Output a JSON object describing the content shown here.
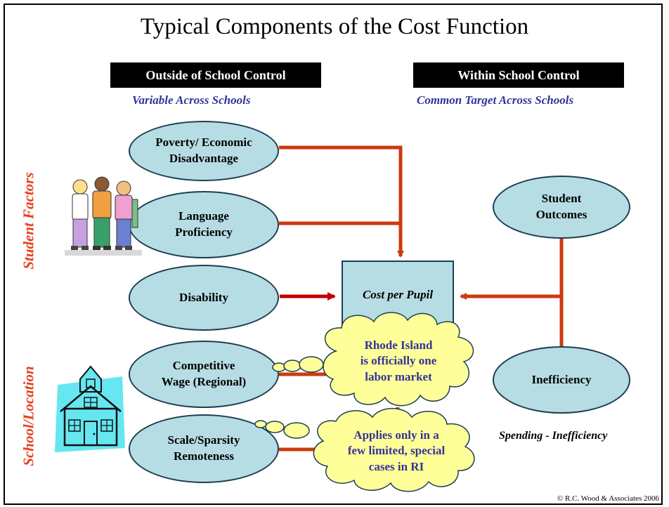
{
  "title": "Typical Components of the Cost Function",
  "headers": {
    "outside": "Outside of School Control",
    "within": "Within School Control"
  },
  "subheaders": {
    "outside": "Variable Across Schools",
    "within": "Common Target Across Schools"
  },
  "side_labels": {
    "student": "Student Factors",
    "school": "School/Location"
  },
  "nodes": {
    "poverty": [
      "Poverty/ Economic",
      "Disadvantage"
    ],
    "language": [
      "Language",
      "Proficiency"
    ],
    "disability": [
      "Disability"
    ],
    "wage": [
      "Competitive",
      "Wage (Regional)"
    ],
    "scale": [
      "Scale/Sparsity",
      "Remoteness"
    ],
    "outcomes": [
      "Student",
      "Outcomes"
    ],
    "inefficiency": [
      "Inefficiency"
    ],
    "cost": "Cost per Pupil"
  },
  "clouds": {
    "rhode_island": [
      "Rhode Island",
      "is officially one",
      "labor market"
    ],
    "applies": [
      "Applies only in a",
      "few limited, special",
      "cases in RI"
    ]
  },
  "note": "Spending - Inefficiency",
  "copyright": "© R.C. Wood & Associates 2006",
  "colors": {
    "ellipse_fill": "#b7dde4",
    "ellipse_stroke": "#1c3e51",
    "arrow": "#cc3a10",
    "arrow_dark": "#c00000",
    "cloud_fill": "#ffff99",
    "cloud_text": "#333399",
    "side_label": "#e8401e",
    "subheader": "#333399"
  },
  "icons": [
    "children-clipart-icon",
    "schoolhouse-clipart-icon"
  ]
}
